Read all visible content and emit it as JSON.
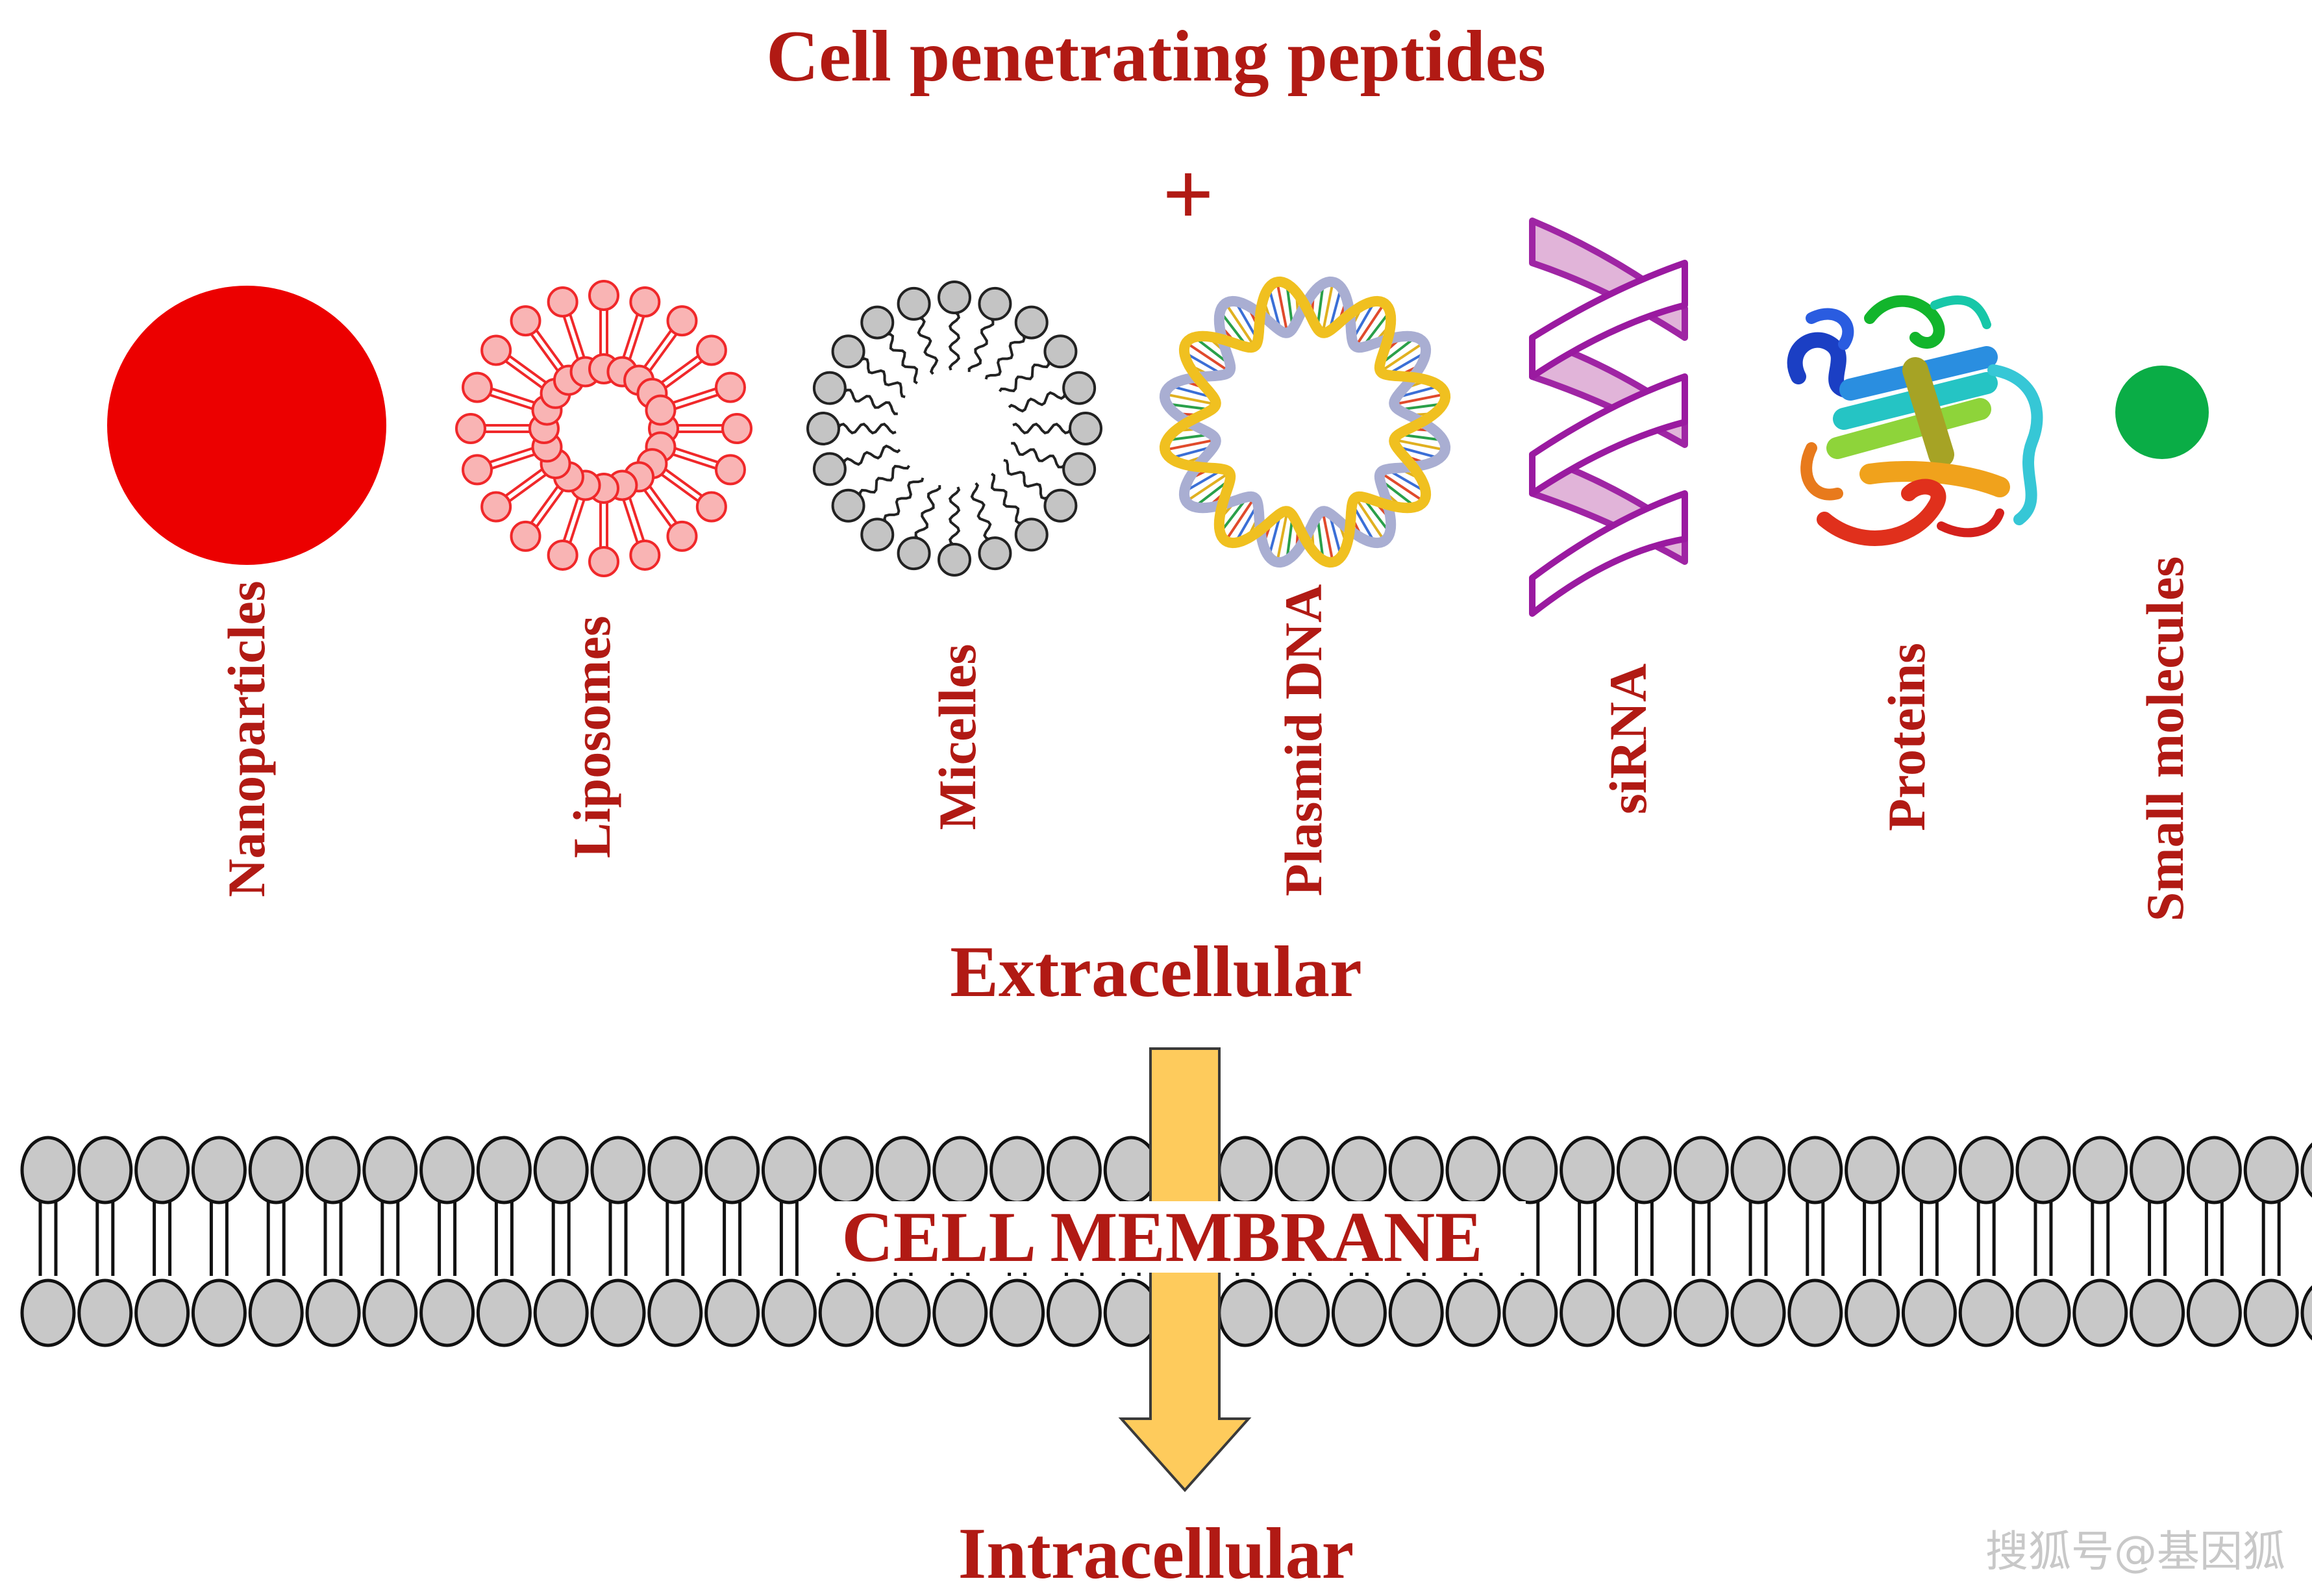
{
  "title": "Cell penetrating peptides",
  "plus_sign": "+",
  "cargos": [
    {
      "label": "Nanoparticles",
      "icon": "nanoparticle-icon"
    },
    {
      "label": "Liposomes",
      "icon": "liposome-icon"
    },
    {
      "label": "Micelles",
      "icon": "micelle-icon"
    },
    {
      "label": "Plasmid DNA",
      "icon": "plasmid-dna-icon"
    },
    {
      "label": "siRNA",
      "icon": "sirna-icon"
    },
    {
      "label": "Proteins",
      "icon": "protein-icon"
    },
    {
      "label": "Small molecules",
      "icon": "small-molecule-icon"
    }
  ],
  "extracellular_label": "Extracellular",
  "membrane_label": "CELL MEMBRANE",
  "intracellular_label": "Intracellular",
  "watermark": "搜狐号@基因狐",
  "colors": {
    "text": "#b11a14",
    "nanoparticle": "#ec0000",
    "liposome_stroke": "#f0282a",
    "liposome_fill": "#f9b4b4",
    "micelle_head": "#c4c4c4",
    "sirna": "#9a1aa0",
    "sirna_fill": "#e0b0d8",
    "small_molecule": "#0aad46",
    "lipid_head": "#c8c8c8",
    "arrow": "#fecb5c"
  }
}
